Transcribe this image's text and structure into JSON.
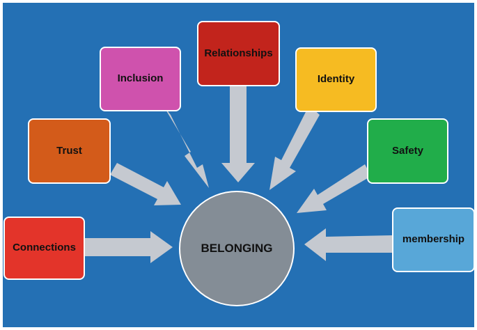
{
  "center": {
    "label": "BELONGING",
    "color": "#848d96"
  },
  "nodes": [
    {
      "id": "connections",
      "label": "Connections",
      "color": "#e3342a"
    },
    {
      "id": "trust",
      "label": "Trust",
      "color": "#d35b1a"
    },
    {
      "id": "inclusion",
      "label": "Inclusion",
      "color": "#cf52ad"
    },
    {
      "id": "relationships",
      "label": "Relationships",
      "color": "#c2241c"
    },
    {
      "id": "identity",
      "label": "Identity",
      "color": "#f6bb22"
    },
    {
      "id": "safety",
      "label": "Safety",
      "color": "#21ad4a"
    },
    {
      "id": "membership",
      "label": "membership",
      "color": "#58a7d8"
    }
  ],
  "colors": {
    "background": "#2470b4",
    "arrow": "#c5c9d0",
    "border": "#ffffff"
  }
}
